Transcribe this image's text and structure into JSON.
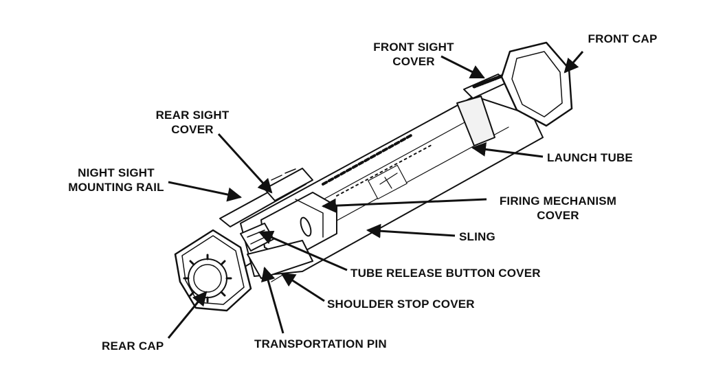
{
  "diagram": {
    "title": "Launcher components",
    "labels": {
      "front_sight_cover": [
        "FRONT SIGHT",
        "COVER"
      ],
      "front_cap": "FRONT CAP",
      "rear_sight_cover": [
        "REAR SIGHT",
        "COVER"
      ],
      "night_sight_mounting_rail": [
        "NIGHT SIGHT",
        "MOUNTING RAIL"
      ],
      "launch_tube": "LAUNCH TUBE",
      "firing_mechanism_cover": [
        "FIRING MECHANISM",
        "COVER"
      ],
      "sling": "SLING",
      "tube_release_button_cover": "TUBE RELEASE BUTTON COVER",
      "shoulder_stop_cover": "SHOULDER STOP COVER",
      "rear_cap": "REAR CAP",
      "transportation_pin": "TRANSPORTATION PIN"
    },
    "colors": {
      "ink": "#111111",
      "paper": "#ffffff",
      "shade": "#d9d9d9"
    }
  }
}
